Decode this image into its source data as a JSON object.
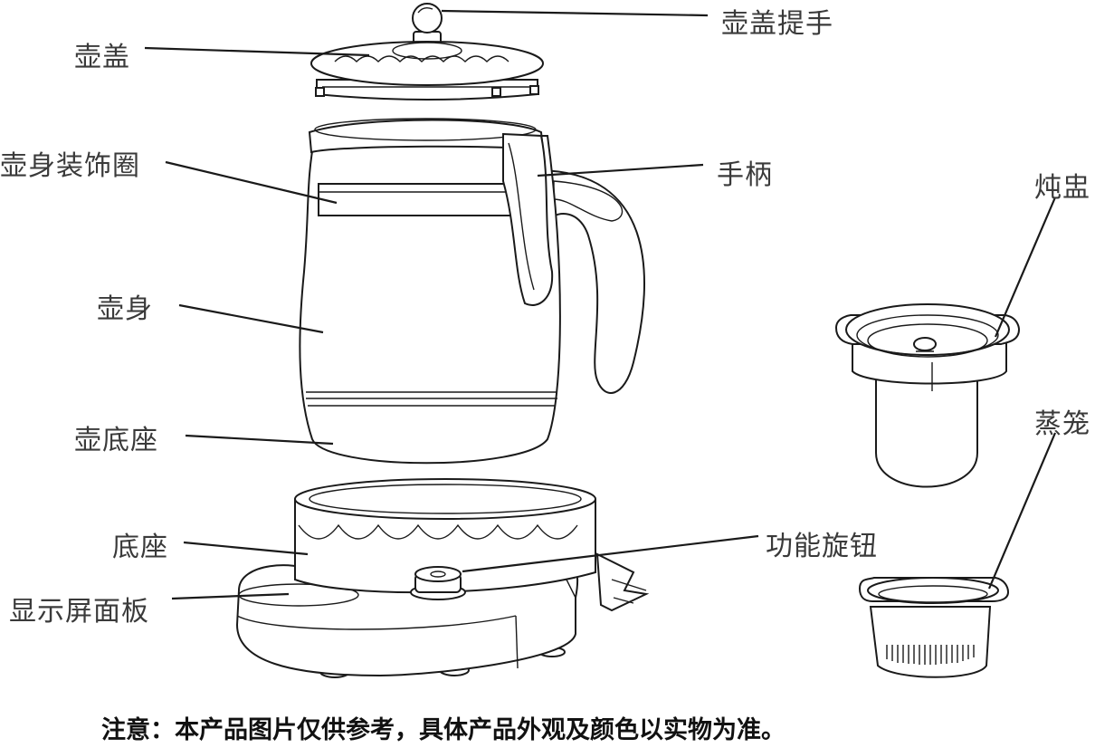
{
  "labels": {
    "lid_knob": "壶盖提手",
    "lid": "壶盖",
    "decor_ring": "壶身装饰圈",
    "handle": "手柄",
    "body": "壶身",
    "body_base": "壶底座",
    "base": "底座",
    "function_knob": "功能旋钮",
    "display_panel": "显示屏面板",
    "stew_cup": "炖盅",
    "steamer": "蒸笼"
  },
  "note": "注意：本产品图片仅供参考，具体产品外观及颜色以实物为准。"
}
